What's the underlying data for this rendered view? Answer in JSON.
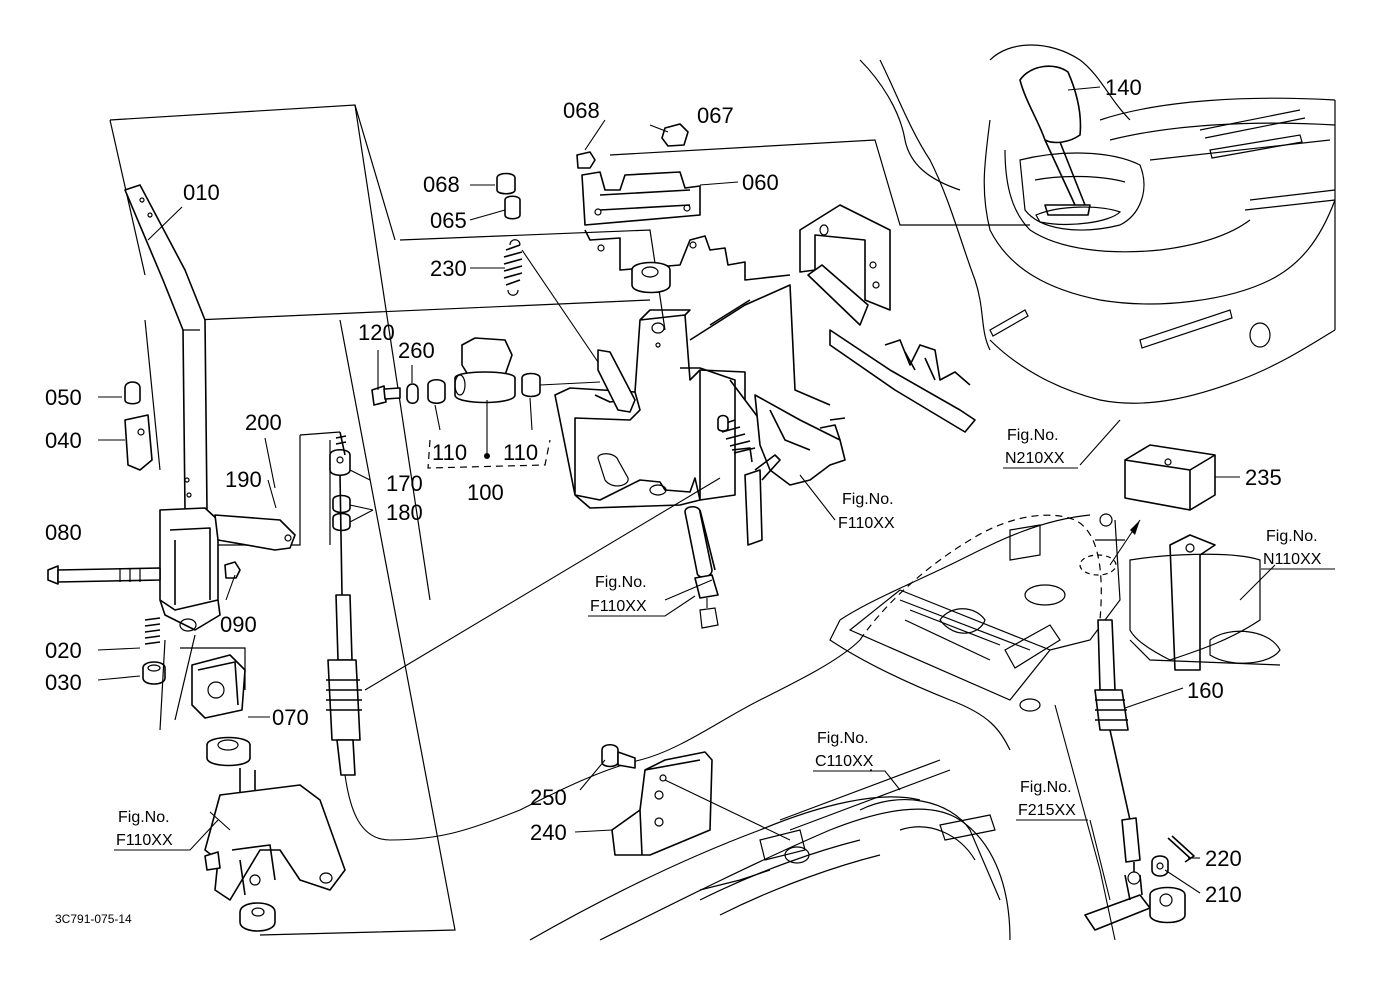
{
  "diagram_code": "3C791-075-14",
  "part_labels": {
    "p010": "010",
    "p020": "020",
    "p030": "030",
    "p040": "040",
    "p050": "050",
    "p060": "060",
    "p065": "065",
    "p067": "067",
    "p068a": "068",
    "p068b": "068",
    "p070": "070",
    "p080": "080",
    "p090": "090",
    "p100": "100",
    "p110a": "110",
    "p110b": "110",
    "p120": "120",
    "p140": "140",
    "p160": "160",
    "p170": "170",
    "p180": "180",
    "p190": "190",
    "p200": "200",
    "p210": "210",
    "p220": "220",
    "p230": "230",
    "p235": "235",
    "p240": "240",
    "p250": "250",
    "p260": "260"
  },
  "figure_refs": {
    "ref_f110_left": {
      "title": "Fig.No.",
      "code": "F110XX"
    },
    "ref_f110_mid": {
      "title": "Fig.No.",
      "code": "F110XX"
    },
    "ref_f110_right": {
      "title": "Fig.No.",
      "code": "F110XX"
    },
    "ref_n210": {
      "title": "Fig.No.",
      "code": "N210XX"
    },
    "ref_n110": {
      "title": "Fig.No.",
      "code": "N110XX"
    },
    "ref_c110": {
      "title": "Fig.No.",
      "code": "C110XX"
    },
    "ref_f215": {
      "title": "Fig.No.",
      "code": "F215XX"
    }
  }
}
